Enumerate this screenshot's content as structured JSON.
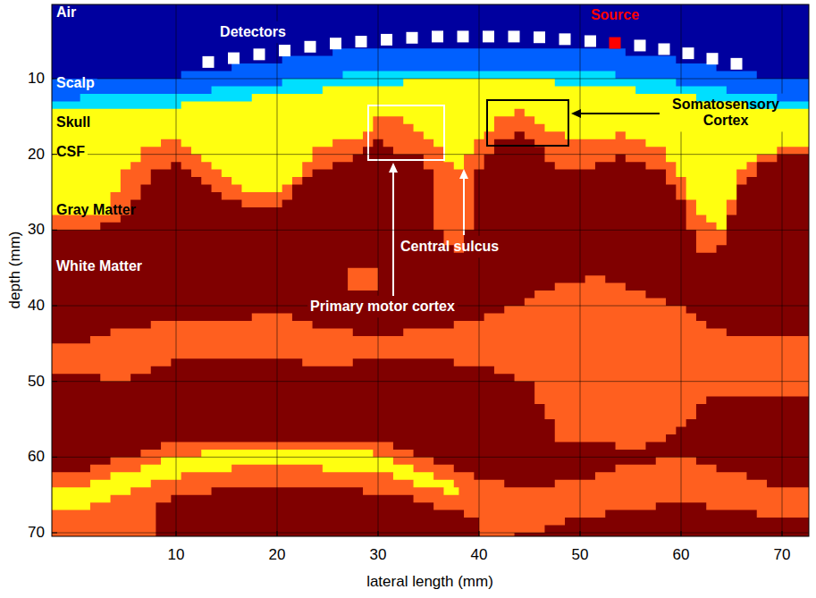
{
  "diagram": {
    "labels": [
      "Air",
      "Detectors",
      "Source",
      "Scalp",
      "Skull",
      "CSF",
      "Gray Matter",
      "White Matter",
      "Central sulcus",
      "Primary motor cortex",
      "Somatosensory Cortex",
      "10",
      "20",
      "30",
      "40",
      "50",
      "60",
      "70",
      "10",
      "20",
      "30",
      "40",
      "50",
      "60",
      "70",
      "depth (mm)",
      "lateral length (mm)"
    ]
  }
}
